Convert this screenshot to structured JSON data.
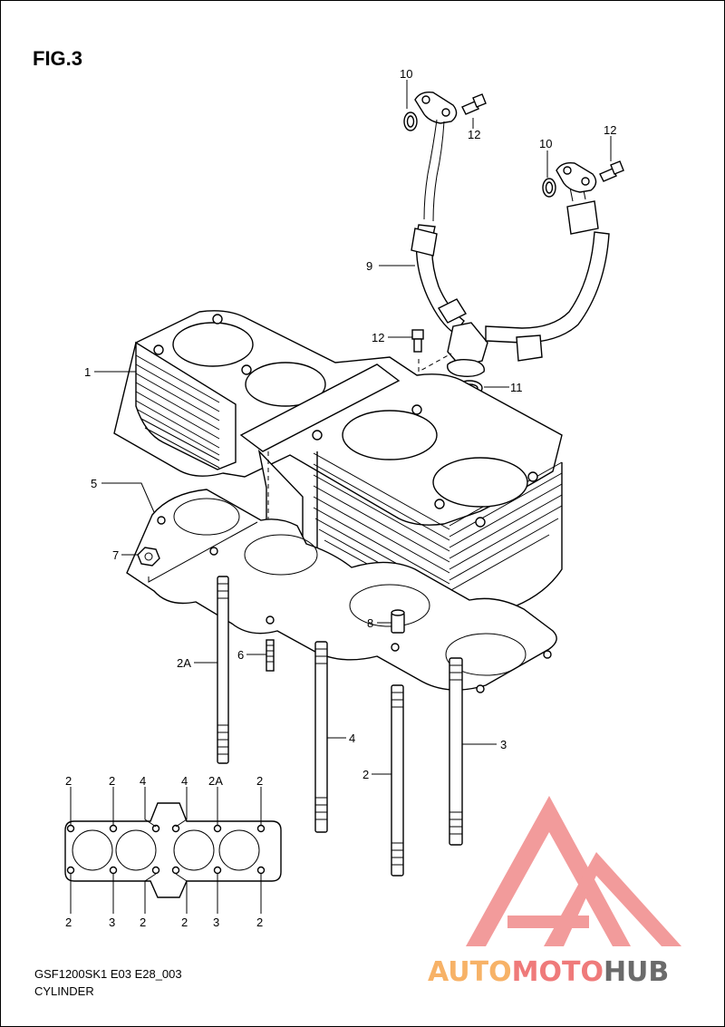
{
  "figure": {
    "title": "FIG.3"
  },
  "footer": {
    "code": "GSF1200SK1 E03 E28_003",
    "name": "CYLINDER"
  },
  "watermark": {
    "word_a": "AUTOMOTO",
    "word_b": "HUB",
    "color_logo": "#f08a8a",
    "color_auto": "#f7b267",
    "color_moto": "#ef7a7a",
    "color_hub": "#6b6b6b"
  },
  "callouts": {
    "p1": "1",
    "p2a_main": "2A",
    "p3_main": "3",
    "p4_main": "4",
    "p2_main": "2",
    "p5": "5",
    "p6": "6",
    "p7": "7",
    "p8": "8",
    "p9": "9",
    "p10_a": "10",
    "p10_b": "10",
    "p11": "11",
    "p12_a": "12",
    "p12_b": "12",
    "p12_c": "12"
  },
  "sequence": {
    "top": [
      "2",
      "2",
      "4",
      "4",
      "2A",
      "2"
    ],
    "bottom": [
      "2",
      "3",
      "2",
      "2",
      "3",
      "2"
    ]
  }
}
